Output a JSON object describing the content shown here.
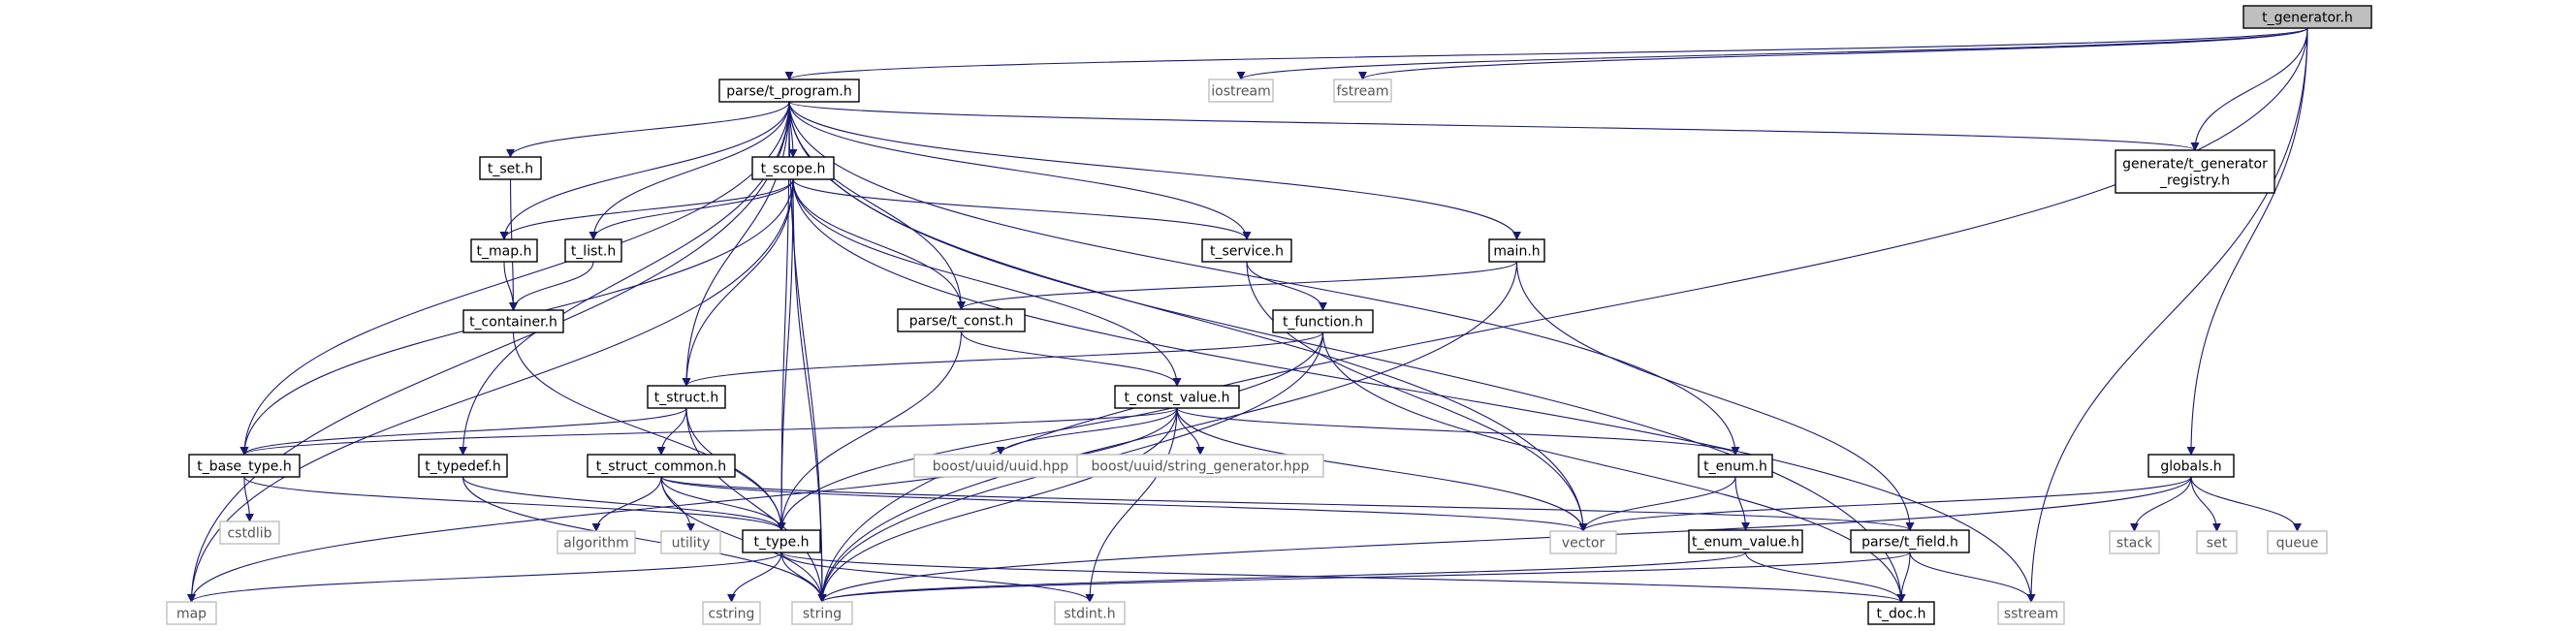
{
  "nodes": [
    {
      "id": "t_generator",
      "lines": [
        "t_generator.h"
      ],
      "kind": "root"
    },
    {
      "id": "t_program",
      "lines": [
        "parse/t_program.h"
      ],
      "kind": "int"
    },
    {
      "id": "iostream",
      "lines": [
        "iostream"
      ],
      "kind": "ext"
    },
    {
      "id": "fstream",
      "lines": [
        "fstream"
      ],
      "kind": "ext"
    },
    {
      "id": "gen_registry",
      "lines": [
        "generate/t_generator",
        "_registry.h"
      ],
      "kind": "int"
    },
    {
      "id": "t_set",
      "lines": [
        "t_set.h"
      ],
      "kind": "int"
    },
    {
      "id": "t_scope",
      "lines": [
        "t_scope.h"
      ],
      "kind": "int"
    },
    {
      "id": "t_map",
      "lines": [
        "t_map.h"
      ],
      "kind": "int"
    },
    {
      "id": "t_list",
      "lines": [
        "t_list.h"
      ],
      "kind": "int"
    },
    {
      "id": "t_service",
      "lines": [
        "t_service.h"
      ],
      "kind": "int"
    },
    {
      "id": "main",
      "lines": [
        "main.h"
      ],
      "kind": "int"
    },
    {
      "id": "t_container",
      "lines": [
        "t_container.h"
      ],
      "kind": "int"
    },
    {
      "id": "t_const",
      "lines": [
        "parse/t_const.h"
      ],
      "kind": "int"
    },
    {
      "id": "t_function",
      "lines": [
        "t_function.h"
      ],
      "kind": "int"
    },
    {
      "id": "t_struct",
      "lines": [
        "t_struct.h"
      ],
      "kind": "int"
    },
    {
      "id": "t_const_value",
      "lines": [
        "t_const_value.h"
      ],
      "kind": "int"
    },
    {
      "id": "t_base_type",
      "lines": [
        "t_base_type.h"
      ],
      "kind": "int"
    },
    {
      "id": "t_typedef",
      "lines": [
        "t_typedef.h"
      ],
      "kind": "int"
    },
    {
      "id": "t_struct_common",
      "lines": [
        "t_struct_common.h"
      ],
      "kind": "int"
    },
    {
      "id": "boost_uuid",
      "lines": [
        "boost/uuid/uuid.hpp"
      ],
      "kind": "ext"
    },
    {
      "id": "boost_strgen",
      "lines": [
        "boost/uuid/string_generator.hpp"
      ],
      "kind": "ext"
    },
    {
      "id": "t_enum",
      "lines": [
        "t_enum.h"
      ],
      "kind": "int"
    },
    {
      "id": "globals",
      "lines": [
        "globals.h"
      ],
      "kind": "int"
    },
    {
      "id": "cstdlib",
      "lines": [
        "cstdlib"
      ],
      "kind": "ext"
    },
    {
      "id": "algorithm",
      "lines": [
        "algorithm"
      ],
      "kind": "ext"
    },
    {
      "id": "utility",
      "lines": [
        "utility"
      ],
      "kind": "ext"
    },
    {
      "id": "t_type",
      "lines": [
        "t_type.h"
      ],
      "kind": "int"
    },
    {
      "id": "vector",
      "lines": [
        "vector"
      ],
      "kind": "ext"
    },
    {
      "id": "t_enum_value",
      "lines": [
        "t_enum_value.h"
      ],
      "kind": "int"
    },
    {
      "id": "t_field",
      "lines": [
        "parse/t_field.h"
      ],
      "kind": "int"
    },
    {
      "id": "stack",
      "lines": [
        "stack"
      ],
      "kind": "ext"
    },
    {
      "id": "set",
      "lines": [
        "set"
      ],
      "kind": "ext"
    },
    {
      "id": "queue",
      "lines": [
        "queue"
      ],
      "kind": "ext"
    },
    {
      "id": "map",
      "lines": [
        "map"
      ],
      "kind": "ext"
    },
    {
      "id": "cstring",
      "lines": [
        "cstring"
      ],
      "kind": "ext"
    },
    {
      "id": "string",
      "lines": [
        "string"
      ],
      "kind": "ext"
    },
    {
      "id": "stdint",
      "lines": [
        "stdint.h"
      ],
      "kind": "ext"
    },
    {
      "id": "t_doc",
      "lines": [
        "t_doc.h"
      ],
      "kind": "int"
    },
    {
      "id": "sstream",
      "lines": [
        "sstream"
      ],
      "kind": "ext"
    }
  ],
  "edges": [
    [
      "t_generator",
      "t_program"
    ],
    [
      "t_generator",
      "iostream"
    ],
    [
      "t_generator",
      "fstream"
    ],
    [
      "t_generator",
      "gen_registry"
    ],
    [
      "t_generator",
      "globals"
    ],
    [
      "t_generator",
      "sstream"
    ],
    [
      "t_generator",
      "string"
    ],
    [
      "t_program",
      "gen_registry"
    ],
    [
      "t_program",
      "t_set"
    ],
    [
      "t_program",
      "t_scope"
    ],
    [
      "t_program",
      "t_map"
    ],
    [
      "t_program",
      "t_list"
    ],
    [
      "t_program",
      "t_service"
    ],
    [
      "t_program",
      "main"
    ],
    [
      "t_program",
      "t_const"
    ],
    [
      "t_program",
      "t_struct"
    ],
    [
      "t_program",
      "t_base_type"
    ],
    [
      "t_program",
      "t_typedef"
    ],
    [
      "t_program",
      "t_enum"
    ],
    [
      "t_program",
      "vector"
    ],
    [
      "t_program",
      "map"
    ],
    [
      "t_program",
      "string"
    ],
    [
      "t_program",
      "t_doc"
    ],
    [
      "t_program",
      "t_type"
    ],
    [
      "t_set",
      "t_container"
    ],
    [
      "t_scope",
      "t_map"
    ],
    [
      "t_scope",
      "t_list"
    ],
    [
      "t_scope",
      "t_service"
    ],
    [
      "t_scope",
      "t_const"
    ],
    [
      "t_scope",
      "t_struct"
    ],
    [
      "t_scope",
      "t_const_value"
    ],
    [
      "t_scope",
      "t_base_type"
    ],
    [
      "t_scope",
      "t_type"
    ],
    [
      "t_scope",
      "map"
    ],
    [
      "t_scope",
      "string"
    ],
    [
      "t_scope",
      "sstream"
    ],
    [
      "t_map",
      "t_container"
    ],
    [
      "t_list",
      "t_container"
    ],
    [
      "t_container",
      "t_type"
    ],
    [
      "t_service",
      "t_function"
    ],
    [
      "t_service",
      "vector"
    ],
    [
      "main",
      "t_const"
    ],
    [
      "main",
      "t_field"
    ],
    [
      "main",
      "string"
    ],
    [
      "t_const",
      "t_const_value"
    ],
    [
      "t_const",
      "t_type"
    ],
    [
      "t_function",
      "t_struct"
    ],
    [
      "t_function",
      "t_type"
    ],
    [
      "t_function",
      "t_doc"
    ],
    [
      "t_function",
      "string"
    ],
    [
      "t_struct",
      "t_base_type"
    ],
    [
      "t_struct",
      "t_struct_common"
    ],
    [
      "t_struct",
      "t_type"
    ],
    [
      "t_struct",
      "string"
    ],
    [
      "t_const_value",
      "boost_uuid"
    ],
    [
      "t_const_value",
      "boost_strgen"
    ],
    [
      "t_const_value",
      "t_enum"
    ],
    [
      "t_const_value",
      "vector"
    ],
    [
      "t_const_value",
      "map"
    ],
    [
      "t_const_value",
      "string"
    ],
    [
      "t_const_value",
      "stdint"
    ],
    [
      "t_const_value",
      "t_base_type"
    ],
    [
      "t_base_type",
      "cstdlib"
    ],
    [
      "t_base_type",
      "t_type"
    ],
    [
      "t_typedef",
      "t_type"
    ],
    [
      "t_typedef",
      "string"
    ],
    [
      "t_struct_common",
      "algorithm"
    ],
    [
      "t_struct_common",
      "utility"
    ],
    [
      "t_struct_common",
      "t_type"
    ],
    [
      "t_struct_common",
      "vector"
    ],
    [
      "t_struct_common",
      "t_field"
    ],
    [
      "t_struct_common",
      "string"
    ],
    [
      "t_enum",
      "t_enum_value"
    ],
    [
      "t_enum",
      "vector"
    ],
    [
      "t_enum_value",
      "t_doc"
    ],
    [
      "t_enum_value",
      "string"
    ],
    [
      "t_field",
      "t_doc"
    ],
    [
      "t_field",
      "sstream"
    ],
    [
      "t_field",
      "string"
    ],
    [
      "globals",
      "stack"
    ],
    [
      "globals",
      "set"
    ],
    [
      "globals",
      "queue"
    ],
    [
      "globals",
      "vector"
    ],
    [
      "globals",
      "string"
    ],
    [
      "t_type",
      "map"
    ],
    [
      "t_type",
      "cstring"
    ],
    [
      "t_type",
      "string"
    ],
    [
      "t_type",
      "stdint"
    ],
    [
      "t_type",
      "t_doc"
    ]
  ]
}
